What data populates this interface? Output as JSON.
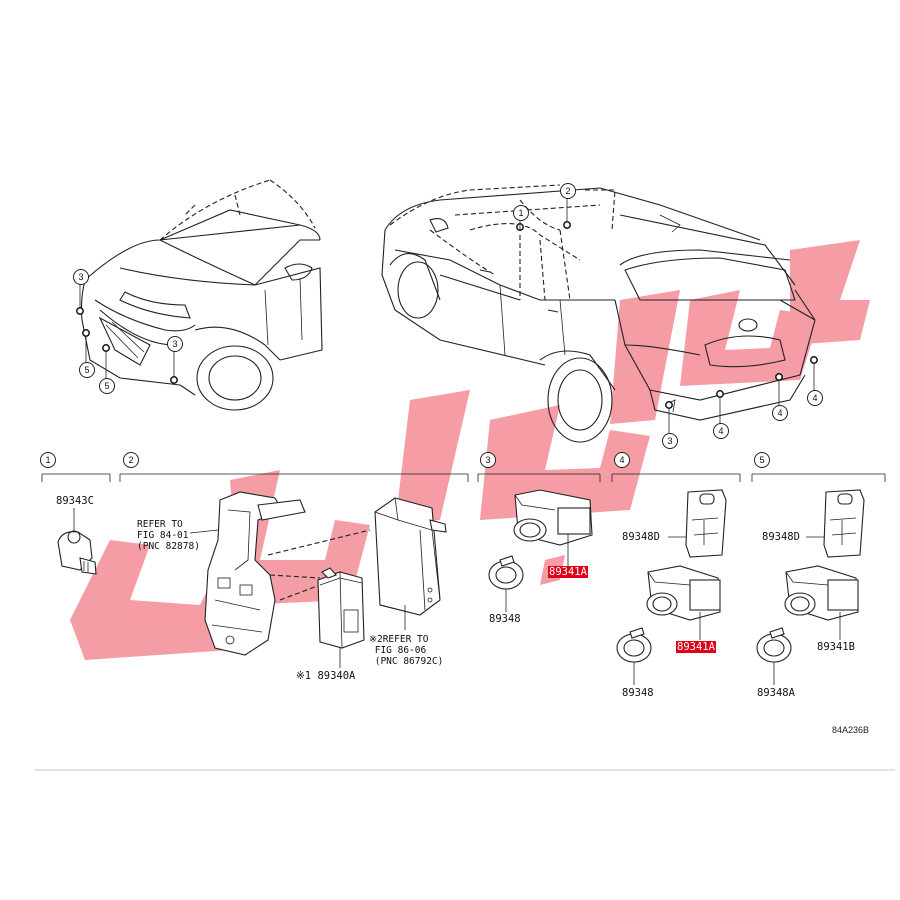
{
  "diagram": {
    "watermark": "ن‌ن‌ن",
    "colors": {
      "highlight": "#e0001a",
      "watermark": "#f27c86",
      "line": "#222222"
    },
    "callouts": [
      "1",
      "2",
      "3",
      "4",
      "5"
    ],
    "sections": [
      {
        "index": "1"
      },
      {
        "index": "2"
      },
      {
        "index": "3"
      },
      {
        "index": "4"
      },
      {
        "index": "5"
      }
    ],
    "parts": {
      "p89343c": "89343C",
      "p89340a": "89340A",
      "p89340a_mark": "※1",
      "p89348_s3": "89348",
      "p89341a_s3": "89341A",
      "p89348d_s4": "89348D",
      "p89341a_s4": "89341A",
      "p89348_s4": "89348",
      "p89348d_s5": "89348D",
      "p89341b": "89341B",
      "p89348a": "89348A"
    },
    "notes": {
      "refer1_line1": "REFER TO",
      "refer1_line2": "FIG 84-01",
      "refer1_line3": "(PNC 82878)",
      "refer2_mark": "※2",
      "refer2_line1": "REFER TO",
      "refer2_line2": "FIG 86-06",
      "refer2_line3": "(PNC 86792C)"
    },
    "figure_code": "84A236B"
  }
}
